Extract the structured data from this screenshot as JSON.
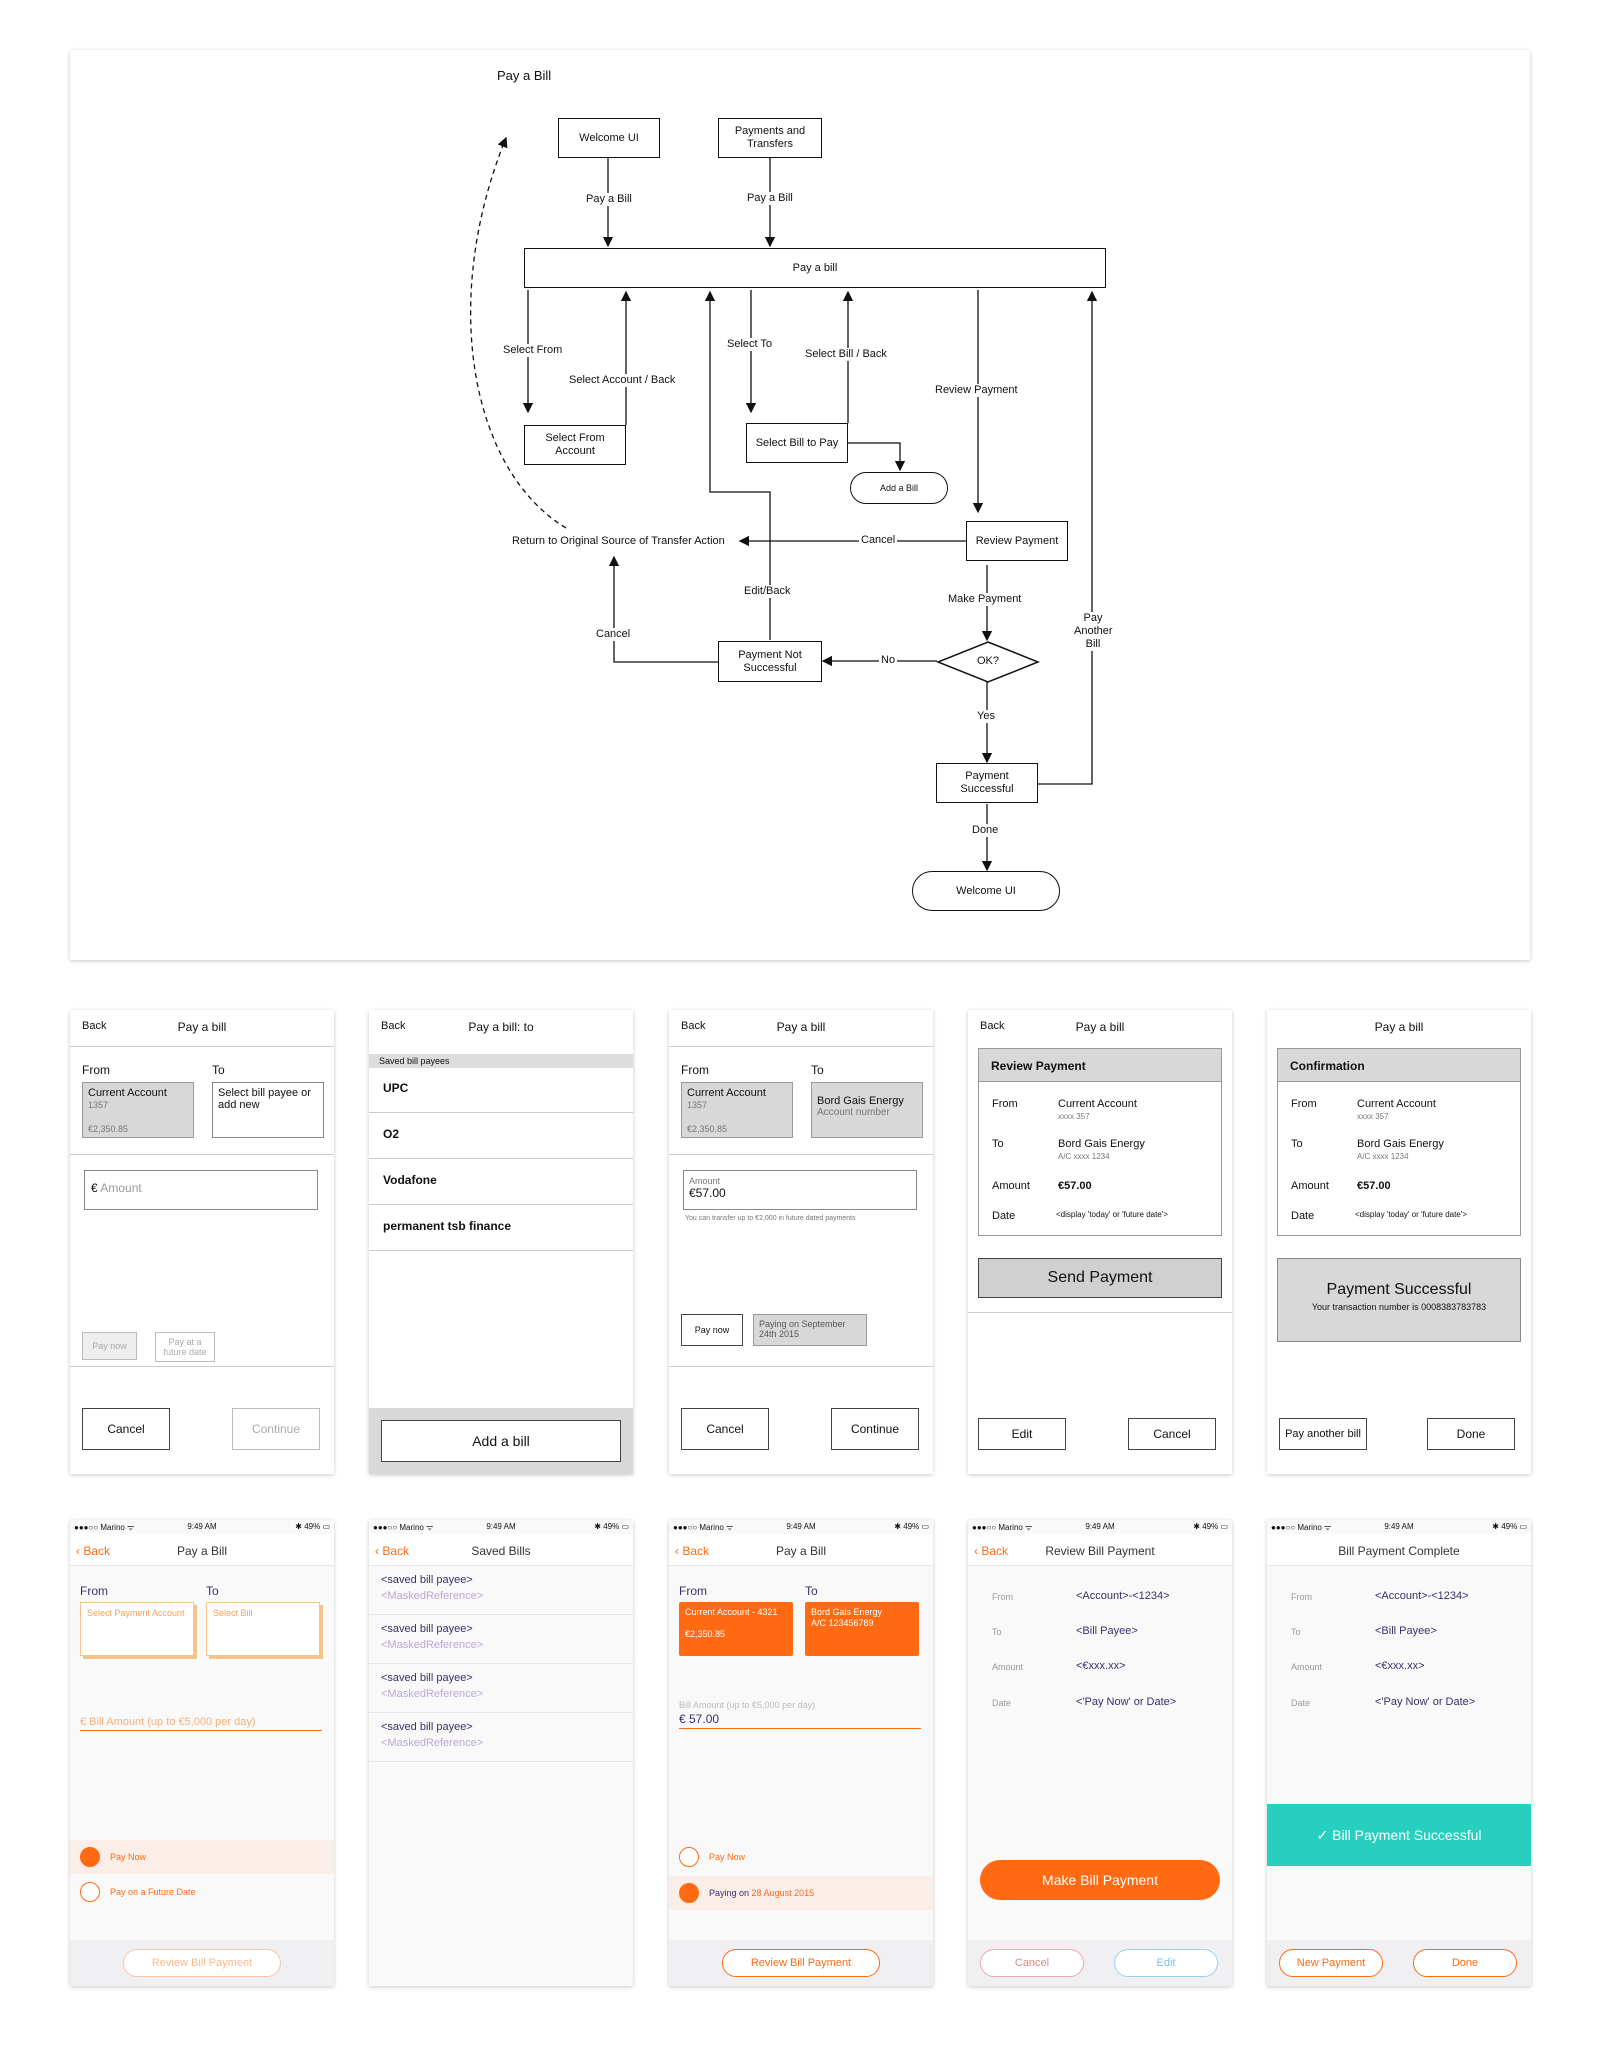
{
  "flow": {
    "title": "Pay a Bill",
    "nodes": {
      "welcome_top": "Welcome UI",
      "payments_transfers": "Payments and Transfers",
      "pay_a_bill": "Pay a bill",
      "select_from_account": "Select From Account",
      "select_bill_to_pay": "Select Bill to Pay",
      "add_a_bill": "Add a Bill",
      "review_payment": "Review Payment",
      "return_source": "Return to Original Source of Transfer Action",
      "payment_not_successful": "Payment Not Successful",
      "ok": "OK?",
      "payment_successful": "Payment Successful",
      "welcome_bottom": "Welcome UI"
    },
    "edges": {
      "pay_a_bill_1": "Pay a Bill",
      "pay_a_bill_2": "Pay a Bill",
      "select_from": "Select From",
      "select_account_back": "Select Account / Back",
      "select_to": "Select To",
      "select_bill_back": "Select Bill / Back",
      "review_payment": "Review Payment",
      "cancel_1": "Cancel",
      "make_payment": "Make Payment",
      "edit_back": "Edit/Back",
      "cancel_2": "Cancel",
      "no": "No",
      "yes": "Yes",
      "pay_another_bill": "Pay Another Bill",
      "done": "Done"
    }
  },
  "wireframes": {
    "s1": {
      "back": "Back",
      "title": "Pay a bill",
      "from": "From",
      "to": "To",
      "from_account": "Current Account",
      "from_num": "1357",
      "from_bal": "€2,350.85",
      "to_text": "Select bill payee or add new",
      "euro": "€",
      "amount_placeholder": "Amount",
      "pay_now": "Pay now",
      "pay_future": "Pay at a future date",
      "cancel": "Cancel",
      "continue": "Continue"
    },
    "s2": {
      "back": "Back",
      "title": "Pay a bill: to",
      "section": "Saved bill payees",
      "payees": [
        "UPC",
        "O2",
        "Vodafone",
        "permanent tsb finance"
      ],
      "add": "Add a bill"
    },
    "s3": {
      "back": "Back",
      "title": "Pay a bill",
      "from": "From",
      "to": "To",
      "from_account": "Current Account",
      "from_num": "1357",
      "from_bal": "€2,350.85",
      "to_name": "Bord Gais Energy",
      "to_sub": "Account number",
      "amount_label": "Amount",
      "amount": "€57.00",
      "hint": "You can transfer up to €2,000 in future dated payments",
      "pay_now": "Pay now",
      "paying_on": "Paying on September 24th 2015",
      "cancel": "Cancel",
      "continue": "Continue"
    },
    "s4": {
      "back": "Back",
      "title": "Pay a bill",
      "header": "Review Payment",
      "from_l": "From",
      "from_v": "Current Account",
      "from_s": "xxxx 357",
      "to_l": "To",
      "to_v": "Bord Gais Energy",
      "to_s": "A/C xxxx 1234",
      "amount_l": "Amount",
      "amount_v": "€57.00",
      "date_l": "Date",
      "date_v": "<display 'today' or 'future date'>",
      "send": "Send Payment",
      "edit": "Edit",
      "cancel": "Cancel"
    },
    "s5": {
      "title": "Pay a bill",
      "header": "Confirmation",
      "from_l": "From",
      "from_v": "Current Account",
      "from_s": "xxxx 357",
      "to_l": "To",
      "to_v": "Bord Gais Energy",
      "to_s": "A/C xxxx 1234",
      "amount_l": "Amount",
      "amount_v": "€57.00",
      "date_l": "Date",
      "date_v": "<display 'today' or 'future date'>",
      "success": "Payment Successful",
      "txn": "Your transaction number is 0008383783783",
      "another": "Pay another bill",
      "done": "Done"
    }
  },
  "mobile": {
    "status": {
      "carrier": "●●●○○ Marino ᯤ",
      "time": "9:49 AM",
      "battery": "✱ 49% ▭"
    },
    "m1": {
      "back": "Back",
      "title": "Pay a Bill",
      "from": "From",
      "to": "To",
      "from_box": "Select Payment Account",
      "to_box": "Select Bill",
      "amount_ph": "€  Bill Amount (up to €5,000 per day)",
      "pay_now": "Pay Now",
      "pay_future": "Pay on a Future Date",
      "review": "Review Bill Payment"
    },
    "m2": {
      "back": "Back",
      "title": "Saved Bills",
      "items": [
        {
          "name": "<saved bill payee>",
          "ref": "<MaskedReference>"
        },
        {
          "name": "<saved bill payee>",
          "ref": "<MaskedReference>"
        },
        {
          "name": "<saved bill payee>",
          "ref": "<MaskedReference>"
        },
        {
          "name": "<saved bill payee>",
          "ref": "<MaskedReference>"
        }
      ]
    },
    "m3": {
      "back": "Back",
      "title": "Pay a Bill",
      "from": "From",
      "to": "To",
      "from_name": "Current Account - 4321",
      "from_bal": "€2,350.85",
      "to_name": "Bord Gais Energy",
      "to_ac": "A/C 123456789",
      "amount_label": "Bill Amount (up to €5,000 per day)",
      "amount": "€  57.00",
      "pay_now": "Pay Now",
      "paying_on": "Paying on",
      "date": "28 August 2015",
      "review": "Review Bill Payment"
    },
    "m4": {
      "back": "Back",
      "title": "Review Bill Payment",
      "from_l": "From",
      "from_v": "<Account>-<1234>",
      "to_l": "To",
      "to_v": "<Bill Payee>",
      "amount_l": "Amount",
      "amount_v": "<€xxx.xx>",
      "date_l": "Date",
      "date_v": "<'Pay Now' or Date>",
      "make": "Make Bill Payment",
      "cancel": "Cancel",
      "edit": "Edit"
    },
    "m5": {
      "title": "Bill Payment Complete",
      "from_l": "From",
      "from_v": "<Account>-<1234>",
      "to_l": "To",
      "to_v": "<Bill Payee>",
      "amount_l": "Amount",
      "amount_v": "<€xxx.xx>",
      "date_l": "Date",
      "date_v": "<'Pay Now' or Date>",
      "success": "✓  Bill Payment Successful",
      "new": "New Payment",
      "done": "Done"
    }
  },
  "colors": {
    "orange": "#ff6a13",
    "teal": "#26cfbe",
    "purple": "#3a2f6b"
  }
}
